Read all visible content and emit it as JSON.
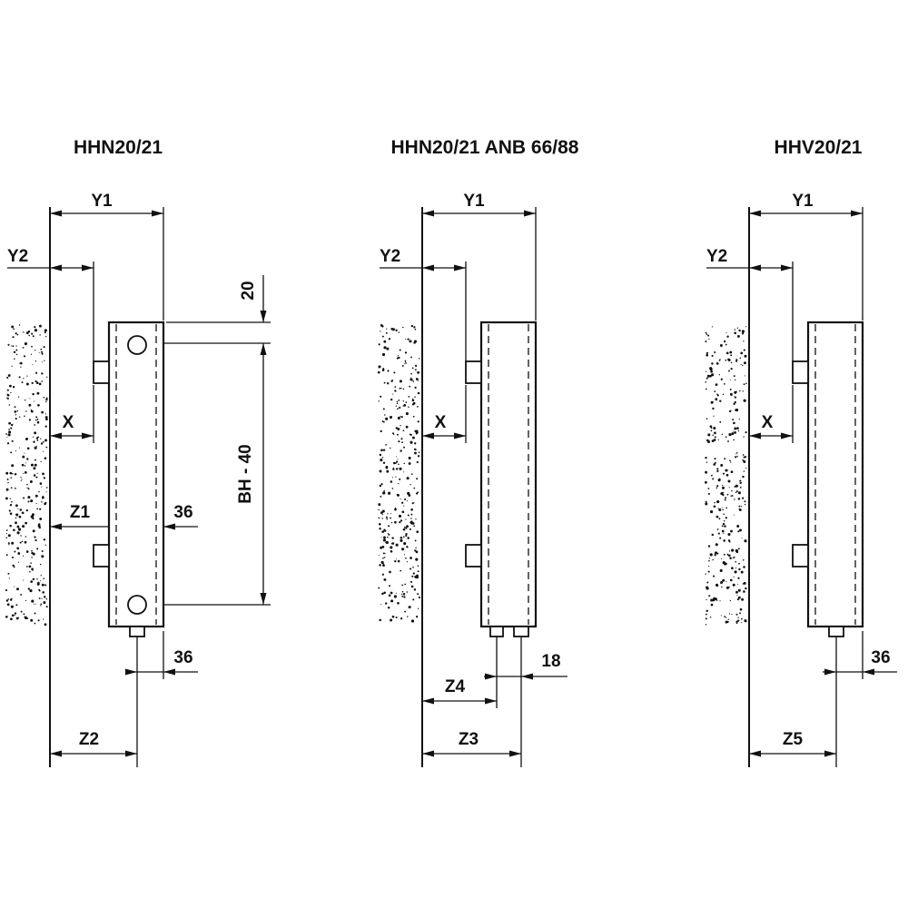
{
  "colors": {
    "line": "#111111",
    "background": "#ffffff"
  },
  "diagrams": [
    {
      "title": "HHN20/21",
      "labels": {
        "y1": "Y1",
        "y2": "Y2",
        "x": "X",
        "z1": "Z1",
        "z2": "Z2",
        "vent_offset": "20",
        "bh_minus_40": "BH - 40",
        "pipe_to_front": "36",
        "pipe_to_front_bottom": "36"
      }
    },
    {
      "title": "HHN20/21 ANB 66/88",
      "labels": {
        "y1": "Y1",
        "y2": "Y2",
        "x": "X",
        "pipe_spacing": "18",
        "z4": "Z4",
        "z3": "Z3"
      }
    },
    {
      "title": "HHV20/21",
      "labels": {
        "y1": "Y1",
        "y2": "Y2",
        "x": "X",
        "pipe_to_front": "36",
        "z5": "Z5"
      }
    }
  ]
}
